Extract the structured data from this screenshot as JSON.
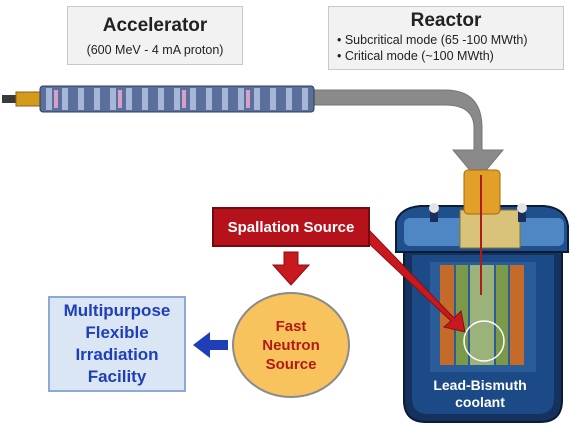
{
  "accelerator": {
    "title": "Accelerator",
    "subtitle": "(600 MeV - 4 mA proton)"
  },
  "reactor": {
    "title": "Reactor",
    "modes": [
      "• Subcritical mode (65 -100 MWth)",
      "• Critical mode (~100 MWth)"
    ]
  },
  "spallation_source": "Spallation Source",
  "fast_neutron_source": [
    "Fast",
    "Neutron",
    "Source"
  ],
  "irradiation_facility": [
    "Multipurpose",
    "Flexible",
    "Irradiation",
    "Facility"
  ],
  "coolant": [
    "Lead-Bismuth",
    "coolant"
  ],
  "colors": {
    "spallation_fill": "#b5121b",
    "fast_neutron_fill": "#f8c35c",
    "facility_text": "#1f3fb8",
    "arrow_grey": "#8a8a8a",
    "arrow_blue": "#1f3fb8"
  }
}
